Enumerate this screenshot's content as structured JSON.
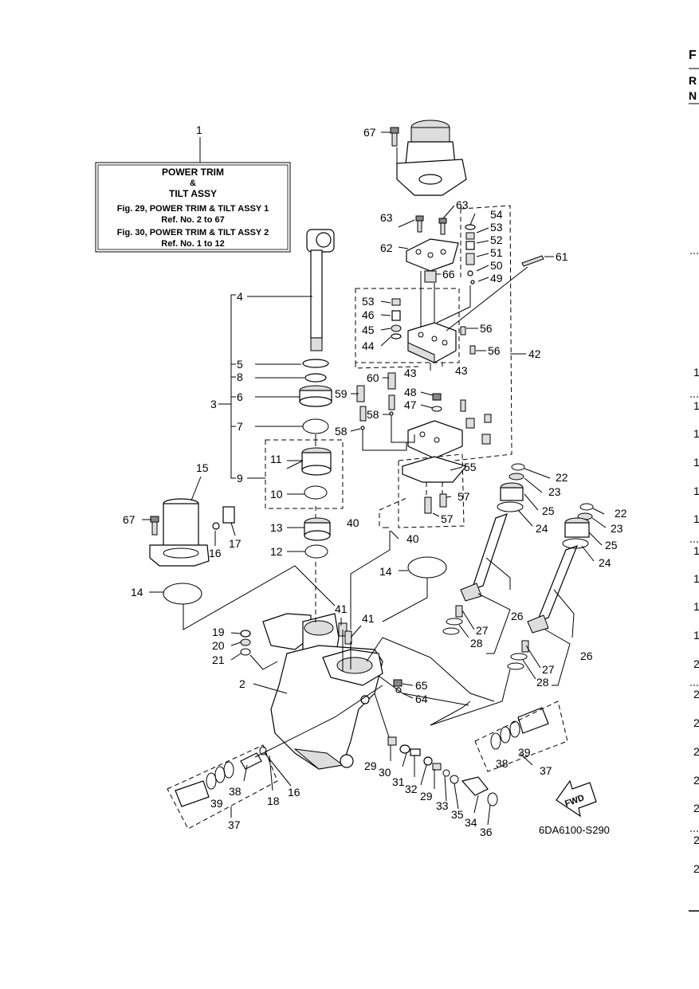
{
  "callout_box": {
    "ref": "1",
    "line1": "POWER TRIM",
    "line2": "&",
    "line3": "TILT ASSY",
    "line4": "Fig. 29, POWER TRIM & TILT ASSY 1",
    "line5": "Ref. No. 2 to 67",
    "line6": "Fig. 30, POWER TRIM & TILT ASSY 2",
    "line7": "Ref. No. 1 to 12"
  },
  "diagram_code": "6DA6100-S290",
  "fwd_label": "FWD",
  "labels": {
    "l67a": "67",
    "l63a": "63",
    "l63b": "63",
    "l62": "62",
    "l66": "66",
    "l54": "54",
    "l53a": "53",
    "l52": "52",
    "l51": "51",
    "l50": "50",
    "l49": "49",
    "l61": "61",
    "l53b": "53",
    "l46": "46",
    "l45": "45",
    "l44": "44",
    "l56a": "56",
    "l56b": "56",
    "l42": "42",
    "l43a": "43",
    "l43b": "43",
    "l4": "4",
    "l3": "3",
    "l5": "5",
    "l8": "8",
    "l6": "6",
    "l7": "7",
    "l9": "9",
    "l11": "11",
    "l10": "10",
    "l13": "13",
    "l12": "12",
    "l60": "60",
    "l59": "59",
    "l48": "48",
    "l47": "47",
    "l58a": "58",
    "l58b": "58",
    "l55": "55",
    "l57a": "57",
    "l57b": "57",
    "l40a": "40",
    "l40b": "40",
    "l22a": "22",
    "l23a": "23",
    "l25a": "25",
    "l24a": "24",
    "l22b": "22",
    "l23b": "23",
    "l25b": "25",
    "l24b": "24",
    "l15": "15",
    "l67b": "67",
    "l16a": "16",
    "l17": "17",
    "l14a": "14",
    "l14b": "14",
    "l19": "19",
    "l20": "20",
    "l21": "21",
    "l2": "2",
    "l41a": "41",
    "l41b": "41",
    "l26a": "26",
    "l27a": "27",
    "l28a": "28",
    "l26b": "26",
    "l27b": "27",
    "l28b": "28",
    "l65": "65",
    "l64": "64",
    "l29a": "29",
    "l30": "30",
    "l31": "31",
    "l32": "32",
    "l29b": "29",
    "l33": "33",
    "l35": "35",
    "l34": "34",
    "l36": "36",
    "l38a": "38",
    "l39a": "39",
    "l37a": "37",
    "l38b": "38",
    "l39b": "39",
    "l37b": "37",
    "l18": "18",
    "l16b": "16"
  },
  "edge_fragments": {
    "f1": "F",
    "f2": "R",
    "f3": "N",
    "n1": "1",
    "n2": "1",
    "n3": "1",
    "n4": "1",
    "n5": "1",
    "n6": "1",
    "n7": "1",
    "n8": "1",
    "n9": "1",
    "n10": "1",
    "n11": "2",
    "n12": "2",
    "n13": "2",
    "n14": "2",
    "n15": "2",
    "n16": "2",
    "n17": "2",
    "n18": "2"
  }
}
